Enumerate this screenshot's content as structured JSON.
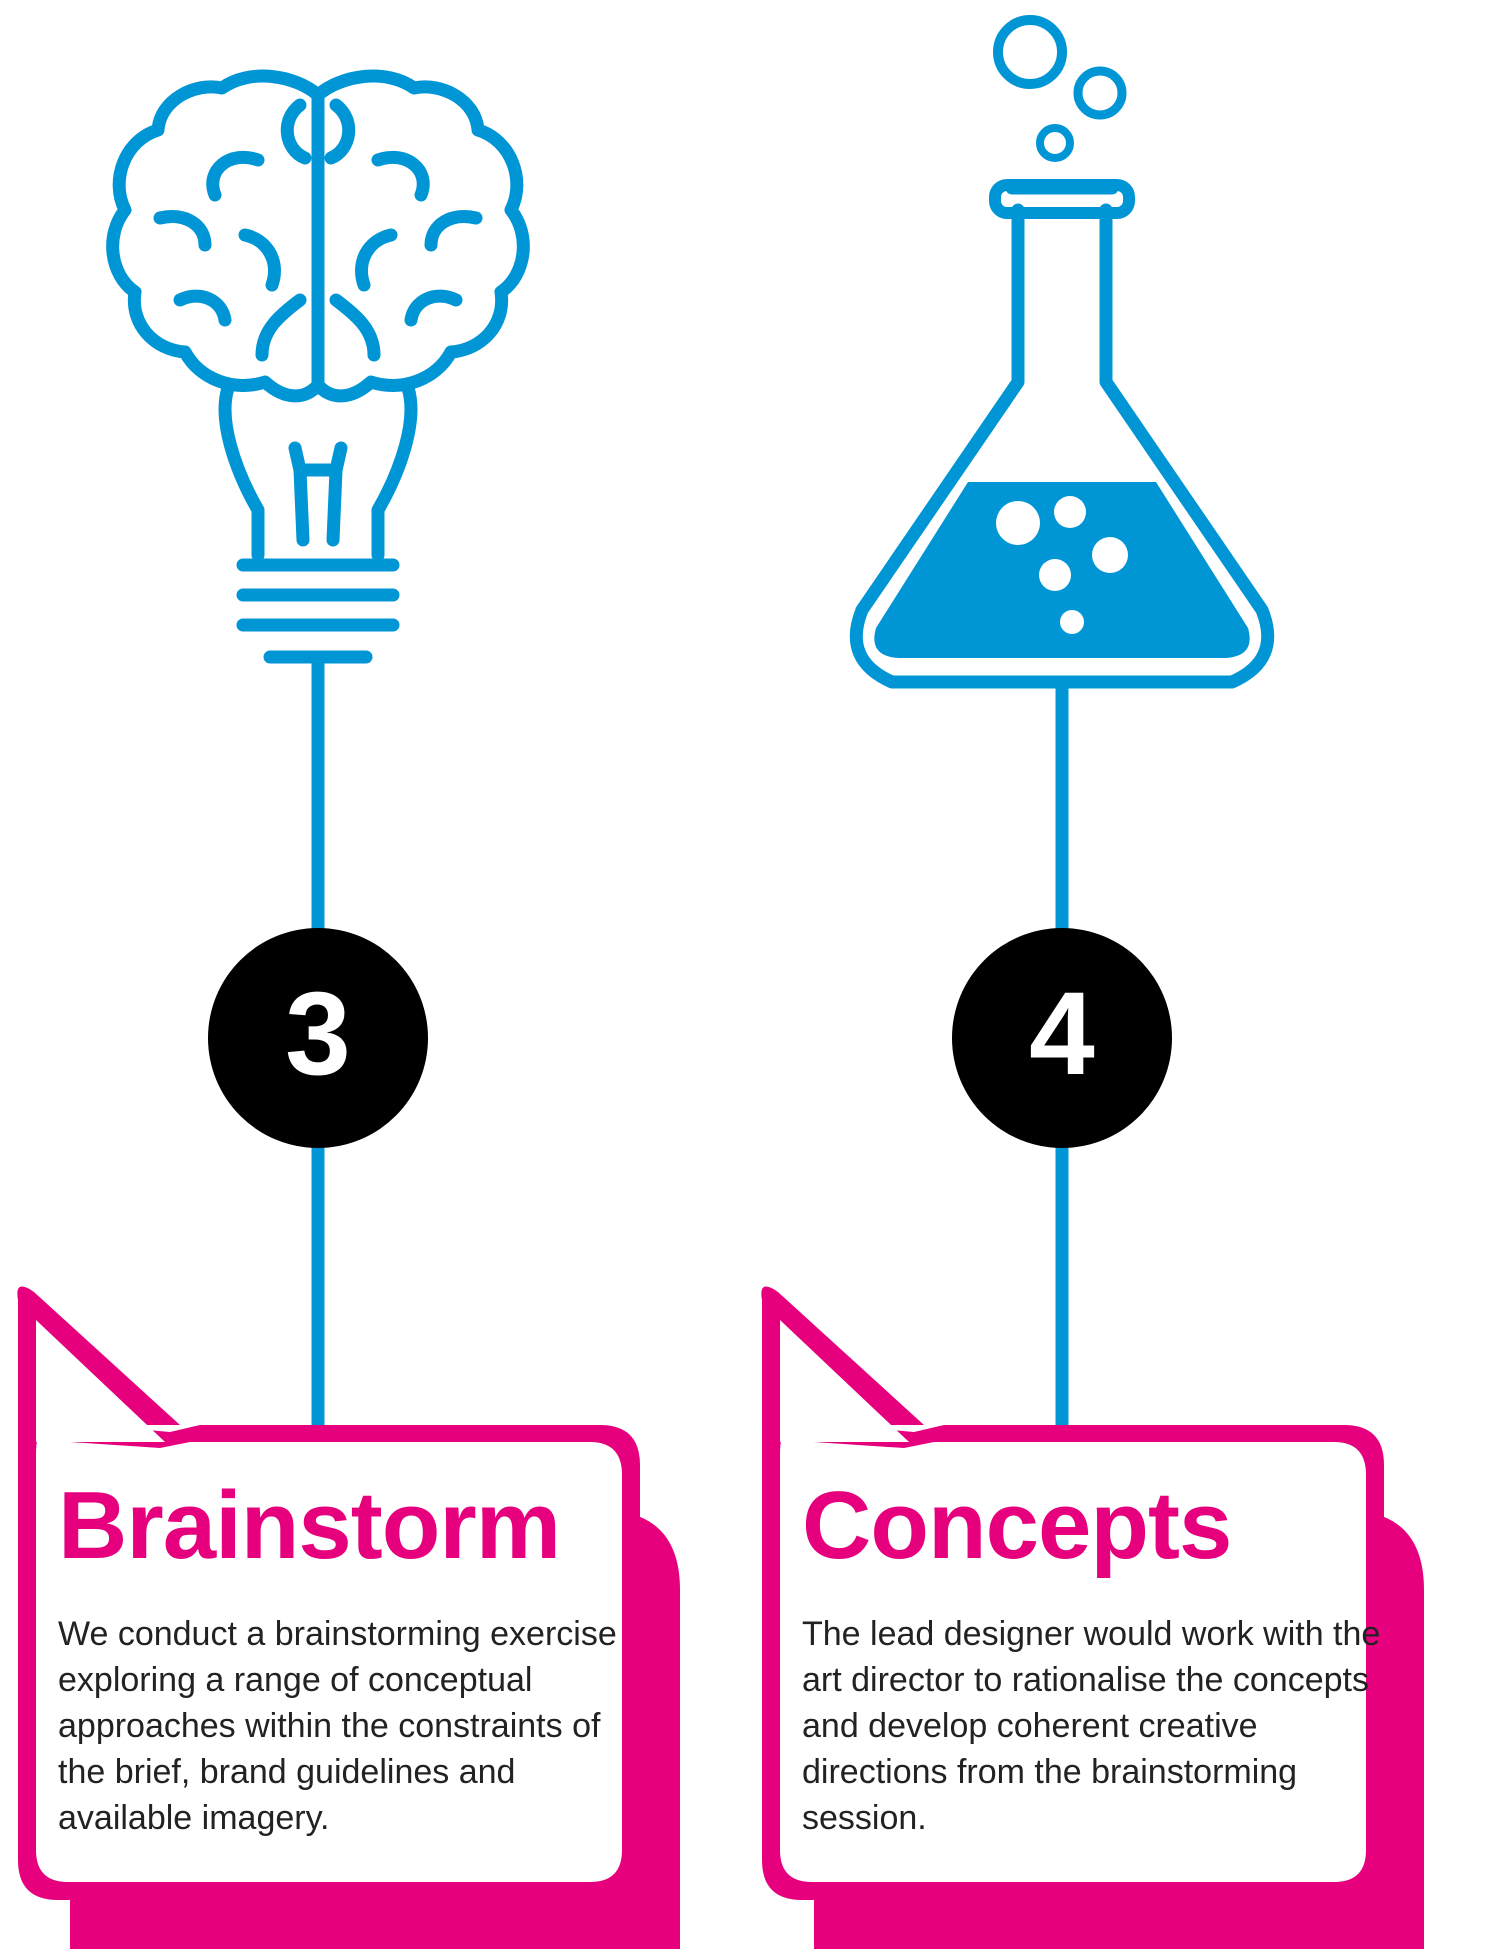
{
  "colors": {
    "accent_blue": "#0096d6",
    "accent_pink": "#e6007e",
    "badge": "#000000",
    "text": "#222222"
  },
  "steps": [
    {
      "number": "3",
      "icon": "brain-lightbulb-icon",
      "title": "Brainstorm",
      "description": "We conduct a brainstorming exercise exploring a range of conceptual approaches within the constraints of the brief, brand guidelines and available imagery."
    },
    {
      "number": "4",
      "icon": "flask-icon",
      "title": "Concepts",
      "description": "The lead designer would work with the art director to rationalise the concepts and develop coherent creative directions from the brainstorming session."
    }
  ]
}
